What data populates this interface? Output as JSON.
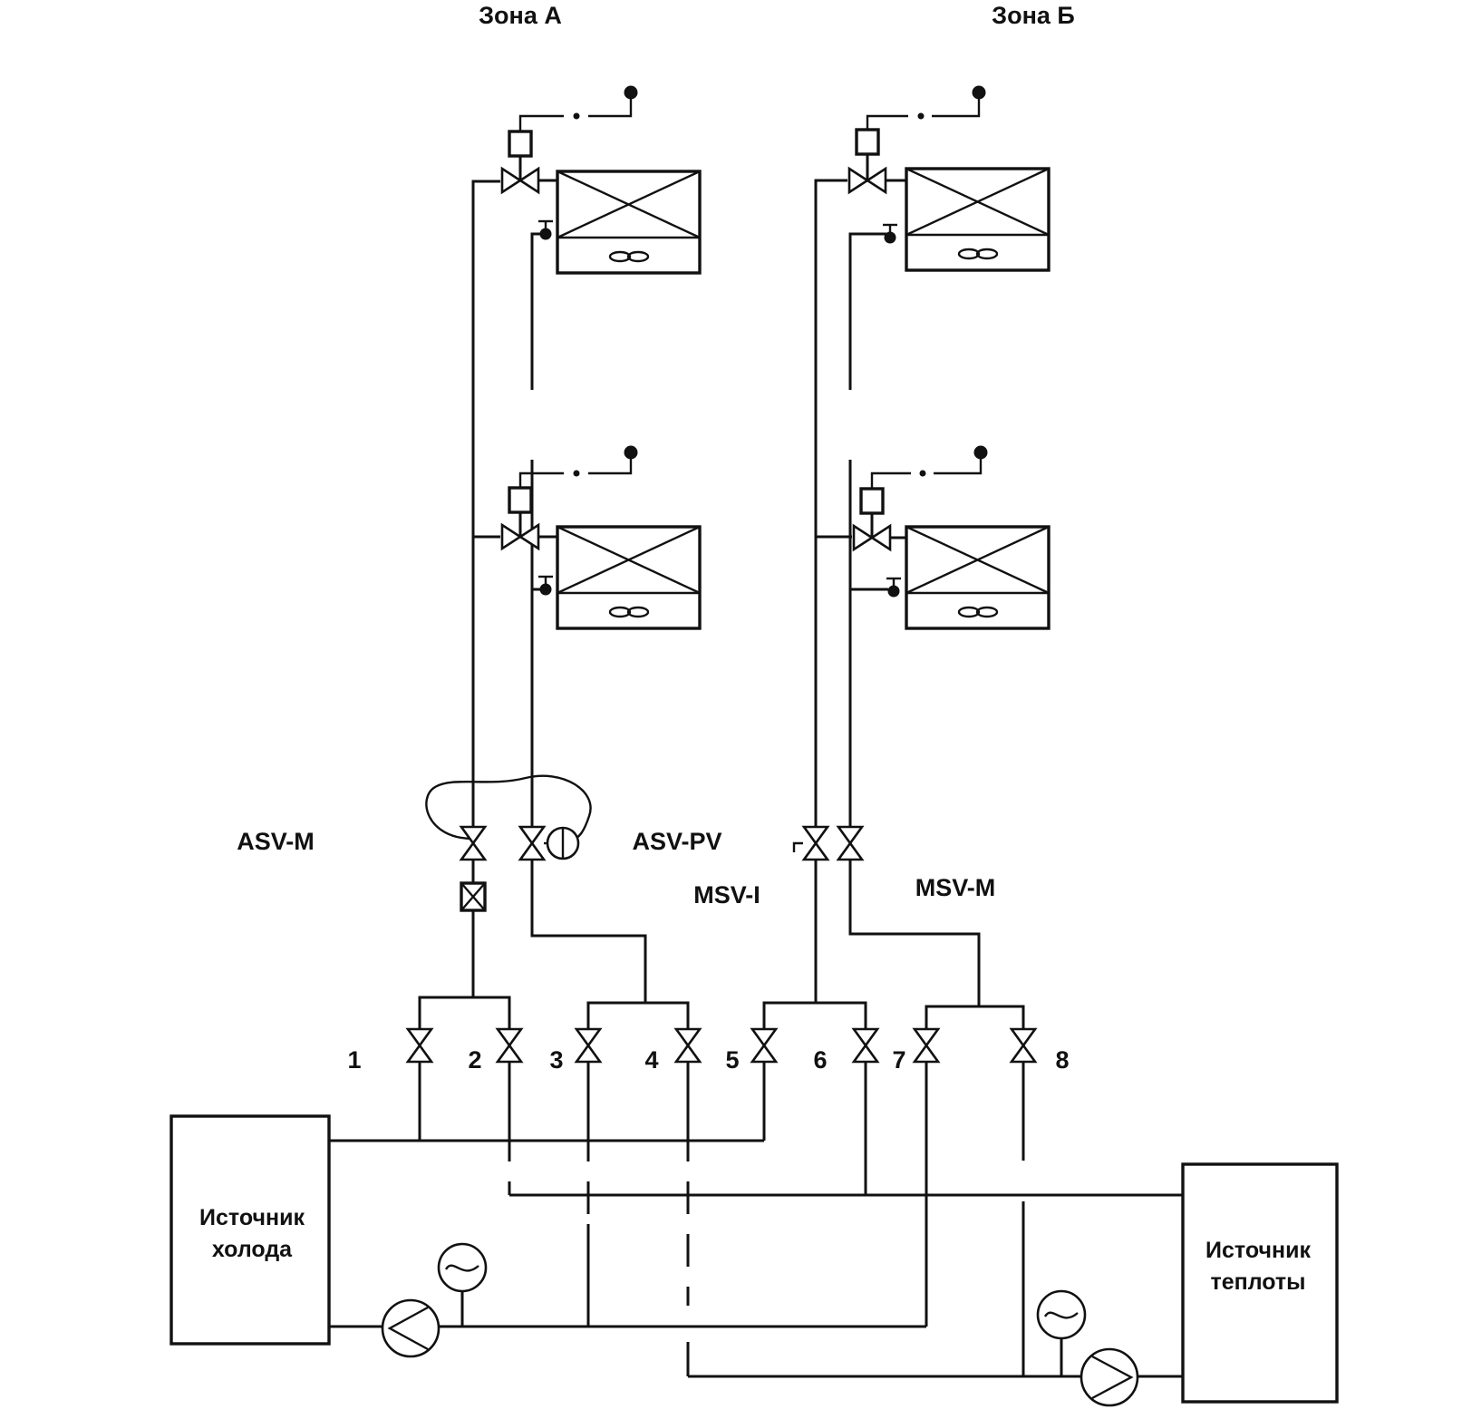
{
  "zones": {
    "a": "Зона А",
    "b": "Зона Б"
  },
  "valve_labels": {
    "asv_m": "ASV-M",
    "asv_pv": "ASV-PV",
    "msv_i": "MSV-I",
    "msv_m": "MSV-M"
  },
  "branch_numbers": [
    "1",
    "2",
    "3",
    "4",
    "5",
    "6",
    "7",
    "8"
  ],
  "sources": {
    "cold": [
      "Источник",
      "холода"
    ],
    "heat": [
      "Источник",
      "теплоты"
    ]
  },
  "icons": {
    "fan_coil": "fan-coil-unit-icon",
    "valve": "two-way-valve-icon",
    "pump": "circulation-pump-icon",
    "gauge": "pressure-gauge-icon",
    "thermostat": "room-thermostat-icon"
  }
}
